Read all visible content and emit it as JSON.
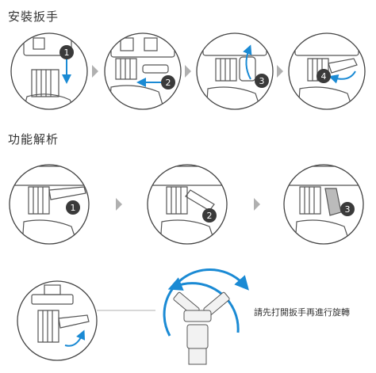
{
  "install": {
    "title": "安裝扳手",
    "steps": [
      "1",
      "2",
      "3",
      "4"
    ]
  },
  "function": {
    "title": "功能解析",
    "states": [
      "1",
      "2",
      "3"
    ]
  },
  "footer": {
    "note": "請先打開扳手再進行旋轉"
  },
  "colors": {
    "accent": "#1a8ad4",
    "line": "#4a4a4a",
    "badge": "#3a3a3a",
    "chevron": "#b0b0b0"
  }
}
